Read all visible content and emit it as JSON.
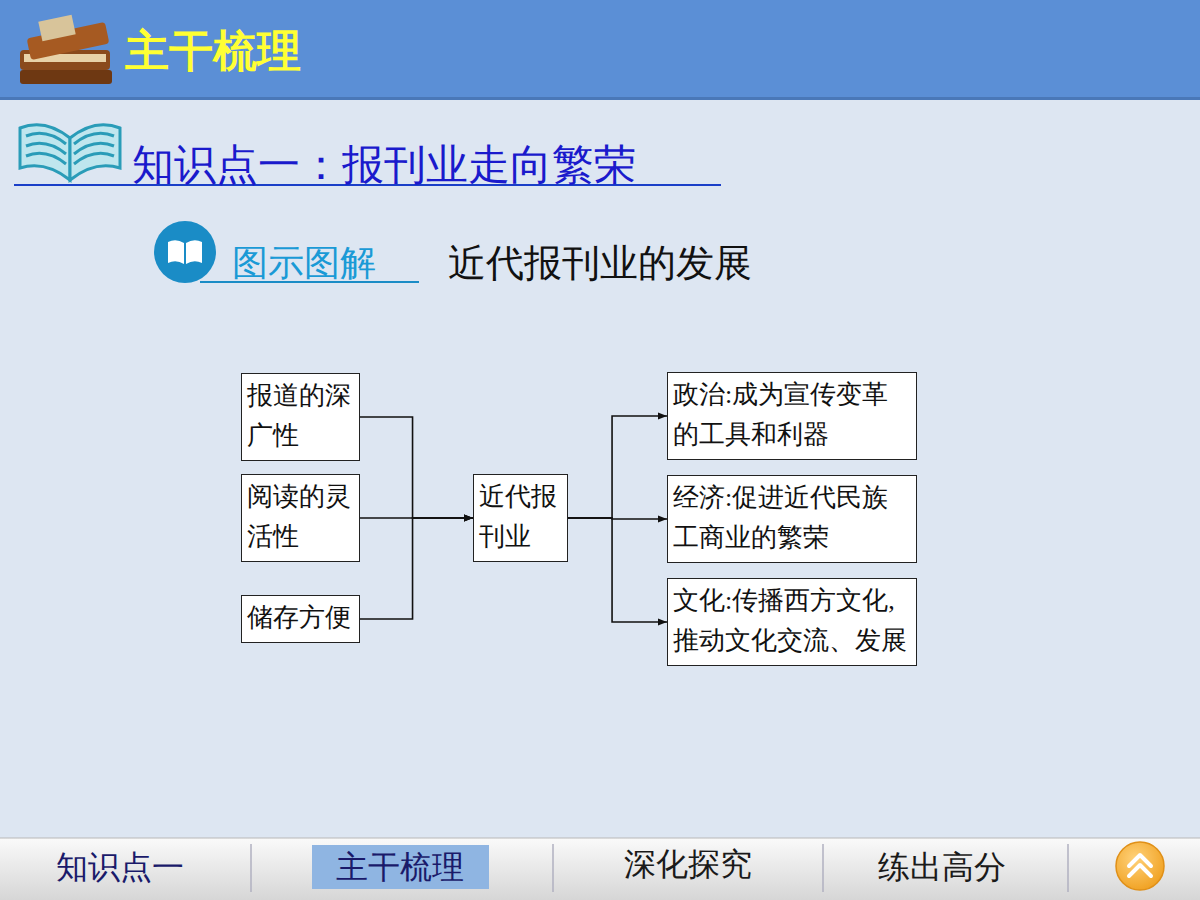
{
  "diagram": {
    "title": "近代报刊业的发展",
    "nodes": [
      {
        "text": [
          "报道的深 广性"
        ]
      },
      {
        "text": [
          "阅读的灵 活性"
        ]
      },
      {
        "text": [
          "储存方便"
        ]
      },
      {
        "text": [
          "近代报 刊业"
        ]
      },
      {
        "text": [
          "政治:成为宣传变革 的工具和利器"
        ]
      },
      {
        "text": [
          "经济:促进近代民族 工商业的繁荣"
        ]
      },
      {
        "text": [
          "文化:传播西方文化, 推动文化交流、发展"
        ]
      }
    ],
    "edges": [
      {
        "from": 0,
        "to": 3,
        "arrow": "to"
      },
      {
        "from": 1,
        "to": 3,
        "arrow": "to"
      },
      {
        "from": 2,
        "to": 3,
        "arrow": "to"
      },
      {
        "from": 3,
        "to": 4,
        "arrow": "to"
      },
      {
        "from": 3,
        "to": 5,
        "arrow": "to"
      },
      {
        "from": 3,
        "to": 6,
        "arrow": "to"
      }
    ],
    "labels": [
      "主干梳理",
      "知识点一：报刊业走向繁荣",
      "图示图解",
      "知识点一",
      "主干梳理",
      "深化探究",
      "练出高分"
    ]
  }
}
